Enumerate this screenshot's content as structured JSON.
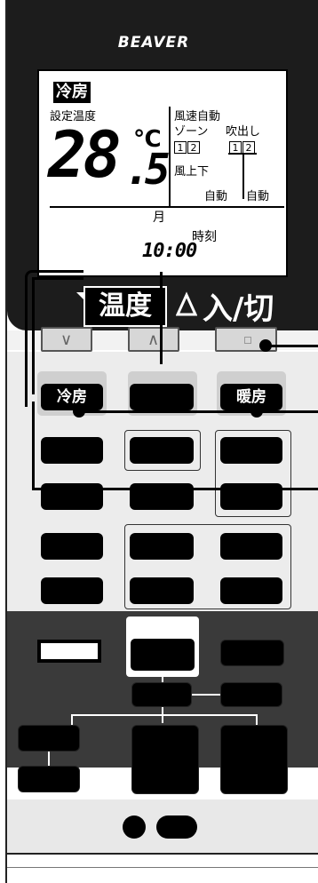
{
  "brand": "BEAVER",
  "lcd": {
    "mode": "冷房",
    "set_temp_label": "設定温度",
    "temp_main": "28",
    "temp_decimal": ".5",
    "temp_unit": "℃",
    "fan_label": "風速自動",
    "zone_label": "ゾーン",
    "zone_nums": [
      "1",
      "2"
    ],
    "blow_label": "吹出し",
    "blow_nums": [
      "1",
      "2"
    ],
    "fan_updown_label": "風上下",
    "auto_left": "自動",
    "auto_right": "自動",
    "month_label": "月",
    "time_label": "時刻",
    "time_value": "10:00"
  },
  "controls": {
    "temp_label": "温度",
    "temp_down_arrow": "∨",
    "temp_up_arrow": "∧",
    "power_label": "入/切",
    "cool_label": "冷房",
    "heat_label": "暖房"
  },
  "icons": [
    "chevron-down-icon",
    "chevron-up-icon",
    "square-icon"
  ]
}
